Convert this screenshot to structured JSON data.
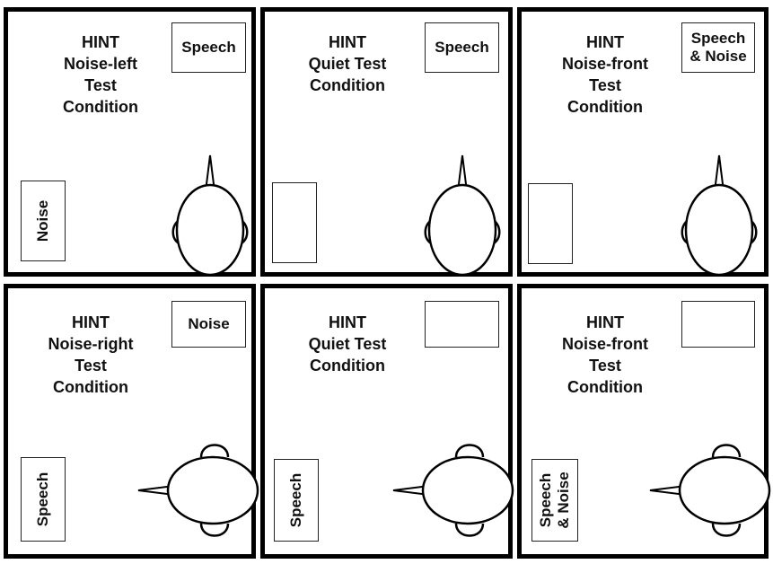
{
  "panels": [
    {
      "title": [
        "HINT",
        "Noise-left",
        "Test",
        "Condition"
      ],
      "source_box": [
        "Speech"
      ],
      "side_box": [
        "Noise"
      ],
      "head_orientation": "up"
    },
    {
      "title": [
        "HINT",
        "Quiet Test",
        "Condition"
      ],
      "source_box": [
        "Speech"
      ],
      "side_box": [],
      "head_orientation": "up"
    },
    {
      "title": [
        "HINT",
        "Noise-front",
        "Test",
        "Condition"
      ],
      "source_box": [
        "Speech",
        "& Noise"
      ],
      "side_box": [],
      "head_orientation": "up"
    },
    {
      "title": [
        "HINT",
        "Noise-right",
        "Test",
        "Condition"
      ],
      "source_box": [
        "Noise"
      ],
      "side_box": [
        "Speech"
      ],
      "head_orientation": "left"
    },
    {
      "title": [
        "HINT",
        "Quiet Test",
        "Condition"
      ],
      "source_box": [],
      "side_box": [
        "Speech"
      ],
      "head_orientation": "left"
    },
    {
      "title": [
        "HINT",
        "Noise-front",
        "Test",
        "Condition"
      ],
      "source_box": [],
      "side_box": [
        "Speech",
        "& Noise"
      ],
      "head_orientation": "left"
    }
  ]
}
